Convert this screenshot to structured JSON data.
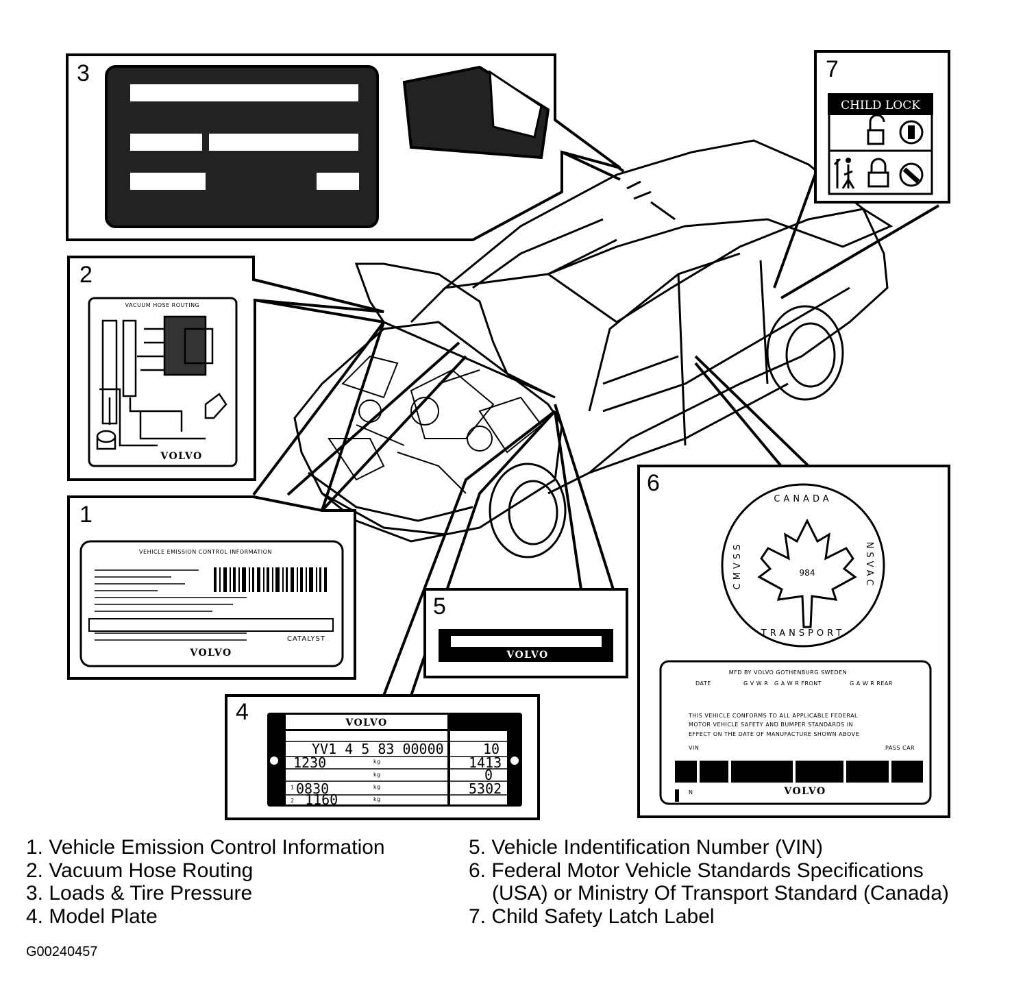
{
  "callouts": [
    {
      "num": "1"
    },
    {
      "num": "2"
    },
    {
      "num": "3"
    },
    {
      "num": "4"
    },
    {
      "num": "5"
    },
    {
      "num": "6"
    },
    {
      "num": "7"
    }
  ],
  "label1": {
    "title": "VEHICLE EMISSION CONTROL INFORMATION",
    "catalyst": "CATALYST",
    "brand": "VOLVO"
  },
  "label2": {
    "title": "VACUUM HOSE ROUTING",
    "brand": "VOLVO"
  },
  "label4": {
    "brand": "VOLVO",
    "vin": "YV1 4 5 83 00000",
    "row1_right": "10",
    "row2_left": "1230",
    "row2_unit": "kg",
    "row2_right": "1413",
    "row3_unit": "kg",
    "row3_right": "0",
    "row4_idx": "1",
    "row4_left": "0830",
    "row4_unit": "kg",
    "row4_right": "5302",
    "row5_idx": "2",
    "row5_left": "1160",
    "row5_unit": "kg"
  },
  "label5": {
    "brand": "VOLVO"
  },
  "label6": {
    "seal_top": "CANADA",
    "seal_left": "CMVSS",
    "seal_right": "NSVAC",
    "seal_bottom": "TRANSPORT",
    "seal_number": "984",
    "mfd": "MFD BY VOLVO GOTHENBURG SWEDEN",
    "date": "DATE",
    "gvwr": "G V W R",
    "gawr_front": "G A W R FRONT",
    "gawr_rear": "G A W R REAR",
    "conform1": "THIS VEHICLE CONFORMS TO ALL APPLICABLE FEDERAL",
    "conform2": "MOTOR VEHICLE SAFETY AND BUMPER STANDARDS IN",
    "conform3": "EFFECT ON THE DATE OF MANUFACTURE SHOWN ABOVE",
    "vin": "VIN",
    "passcar": "PASS CAR",
    "n": "N",
    "brand": "VOLVO"
  },
  "label7": {
    "title": "CHILD LOCK"
  },
  "legend": {
    "left": [
      {
        "num": "1.",
        "text": "Vehicle Emission Control Information"
      },
      {
        "num": "2.",
        "text": "Vacuum Hose Routing"
      },
      {
        "num": "3.",
        "text": "Loads & Tire Pressure"
      },
      {
        "num": "4.",
        "text": "Model Plate"
      }
    ],
    "right": [
      {
        "num": "5.",
        "text": "Vehicle Indentification Number (VIN)"
      },
      {
        "num": "6.",
        "text": "Federal Motor Vehicle Standards Specifications"
      },
      {
        "num": "",
        "text": "(USA) or Ministry Of Transport Standard (Canada)"
      },
      {
        "num": "7.",
        "text": "Child Safety Latch Label"
      }
    ]
  },
  "figure_id": "G00240457",
  "colors": {
    "ink": "#000000",
    "paper": "#ffffff"
  }
}
